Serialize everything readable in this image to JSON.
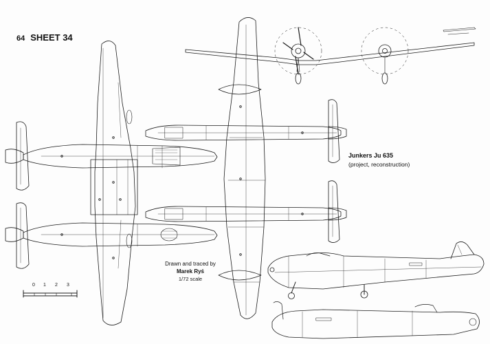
{
  "sheet": {
    "page_mark": "64",
    "title": "SHEET 34"
  },
  "aircraft": {
    "name": "Junkers Ju 635",
    "subtitle": "(project, reconstruction)"
  },
  "credits": {
    "line1": "Drawn and traced by",
    "author": "Marek Ryś",
    "scale": "1/72 scale"
  },
  "scale_bar": {
    "labels": [
      "0",
      "1",
      "2",
      "3"
    ]
  },
  "colors": {
    "line": "#1a1a1a",
    "paper": "#fdfdfd"
  }
}
